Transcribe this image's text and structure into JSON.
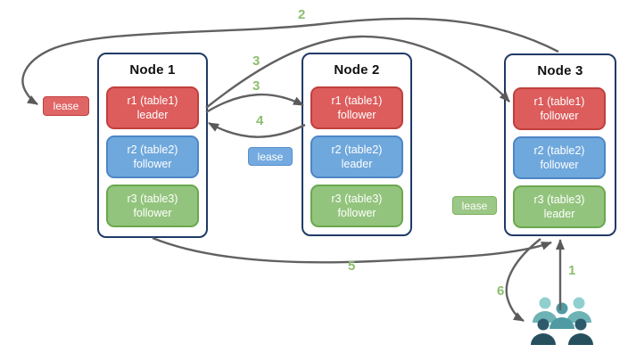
{
  "diagram": {
    "nodes": [
      {
        "title": "Node 1",
        "replicas": [
          {
            "name": "r1 (table1)",
            "role": "leader",
            "color": "#dd5c5c"
          },
          {
            "name": "r2 (table2)",
            "role": "follower",
            "color": "#6fa8dc"
          },
          {
            "name": "r3 (table3)",
            "role": "follower",
            "color": "#93c47d"
          }
        ]
      },
      {
        "title": "Node 2",
        "replicas": [
          {
            "name": "r1 (table1)",
            "role": "follower",
            "color": "#dd5c5c"
          },
          {
            "name": "r2 (table2)",
            "role": "leader",
            "color": "#6fa8dc"
          },
          {
            "name": "r3 (table3)",
            "role": "follower",
            "color": "#93c47d"
          }
        ]
      },
      {
        "title": "Node 3",
        "replicas": [
          {
            "name": "r1 (table1)",
            "role": "follower",
            "color": "#dd5c5c"
          },
          {
            "name": "r2 (table2)",
            "role": "follower",
            "color": "#6fa8dc"
          },
          {
            "name": "r3 (table3)",
            "role": "leader",
            "color": "#93c47d"
          }
        ]
      }
    ],
    "leases": [
      {
        "label": "lease",
        "color": "#e06666"
      },
      {
        "label": "lease",
        "color": "#74aadf"
      },
      {
        "label": "lease",
        "color": "#9cc887"
      }
    ],
    "steps": {
      "s1": "1",
      "s2": "2",
      "s3a": "3",
      "s3b": "3",
      "s4": "4",
      "s5": "5",
      "s6": "6"
    },
    "icons": {
      "users": "users-group-icon"
    },
    "colors": {
      "arrow": "#616161",
      "step_label": "#8cbf6d",
      "node_border": "#203a66",
      "replica_red": "#dd5c5c",
      "replica_blue": "#6fa8dc",
      "replica_green": "#93c47d",
      "users_light": "#84c7c6",
      "users_mid": "#4f9aa3",
      "users_dark": "#2d5b6b"
    }
  }
}
